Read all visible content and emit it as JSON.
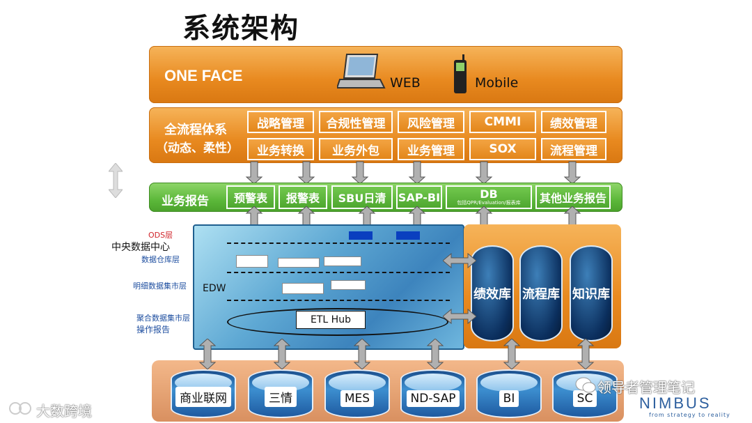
{
  "title": "系统架构",
  "one_face": {
    "label": "ONE FACE",
    "web": "WEB",
    "mobile": "Mobile"
  },
  "process": {
    "label_line1": "全流程体系",
    "label_line2": "（动态、柔性）",
    "row1": [
      "战略管理",
      "合规性管理",
      "风险管理",
      "CMMI",
      "绩效管理"
    ],
    "row2": [
      "业务转换",
      "业务外包",
      "业务管理",
      "SOX",
      "流程管理"
    ]
  },
  "report": {
    "label": "业务报告",
    "items": [
      "预警表",
      "报警表",
      "SBU日清",
      "SAP-BI",
      "DB",
      "其他业务报告"
    ],
    "db_sub": "包括QPR/Evaluation/报表库"
  },
  "side_labels": {
    "ods": "ODS层",
    "center": "中央数据中心",
    "dw": "数据仓库层",
    "detail": "明细数据集市层",
    "agg": "聚合数据集市层",
    "ops": "操作报告"
  },
  "edw": {
    "label": "EDW",
    "etl": "ETL Hub"
  },
  "knowledge": [
    "绩效库",
    "流程库",
    "知识库"
  ],
  "sources": [
    "商业联网",
    "三情",
    "MES",
    "ND-SAP",
    "BI",
    "SC"
  ],
  "watermark_left": "大数跨境",
  "watermark_right": "领导者管理笔记",
  "logo": {
    "name": "NIMBUS",
    "tagline": "from strategy to reality"
  },
  "colors": {
    "orange": "#e8891f",
    "green": "#5cb83a",
    "blue": "#3d84bd",
    "navy": "#0b2f5e"
  }
}
